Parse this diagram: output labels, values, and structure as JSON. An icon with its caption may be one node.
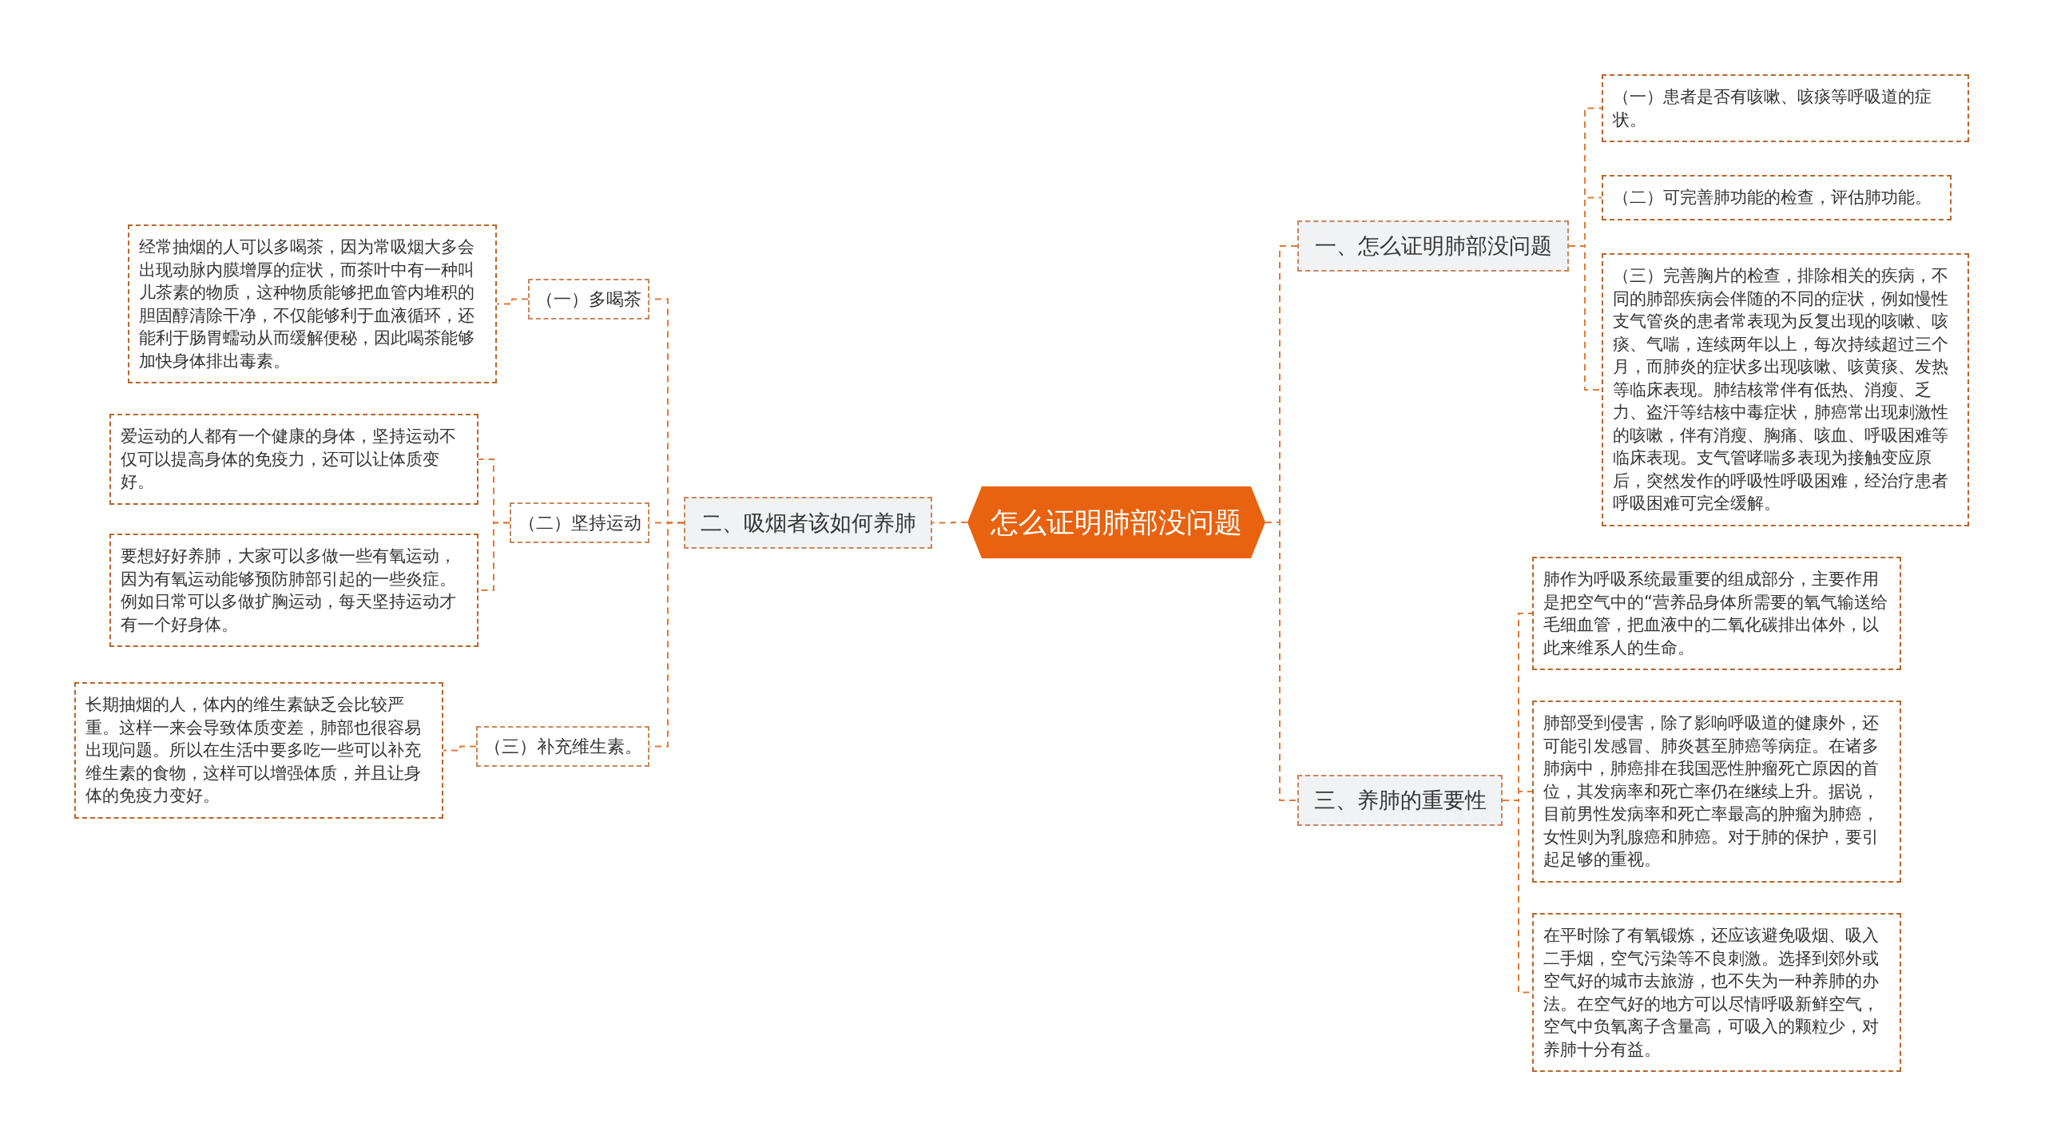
{
  "diagram": {
    "nodes": [
      {
        "text": [
          "怎么证明肺部没问题"
        ]
      },
      {
        "text": [
          "二、吸烟者该如何养肺"
        ]
      },
      {
        "text": [
          "（一）多喝茶"
        ]
      },
      {
        "text": [
          "经常抽烟的人可以多喝茶，因为常吸烟大多会出现动脉内膜增厚的症状，而茶叶中有一种叫儿茶素的物质，这种物质能够把血管内堆积的胆固醇清除干净，不仅能够利于血液循环，还能利于肠胃蠕动从而缓解便秘，因此喝茶能够加快身体排出毒素。"
        ]
      },
      {
        "text": [
          "（二）坚持运动"
        ]
      },
      {
        "text": [
          "爱运动的人都有一个健康的身体，坚持运动不仅可以提高身体的免疫力，还可以让体质变好。"
        ]
      },
      {
        "text": [
          "要想好好养肺，大家可以多做一些有氧运动，因为有氧运动能够预防肺部引起的一些炎症。例如日常可以多做扩胸运动，每天坚持运动才有一个好身体。"
        ]
      },
      {
        "text": [
          "（三）补充维生素。"
        ]
      },
      {
        "text": [
          "长期抽烟的人，体内的维生素缺乏会比较严重。这样一来会导致体质变差，肺部也很容易出现问题。所以在生活中要多吃一些可以补充维生素的食物，这样可以增强体质，并且让身体的免疫力变好。"
        ]
      },
      {
        "text": [
          "一、怎么证明肺部没问题"
        ]
      },
      {
        "text": [
          "（一）患者是否有咳嗽、咳痰等呼吸道的症状。"
        ]
      },
      {
        "text": [
          "（二）可完善肺功能的检查，评估肺功能。"
        ]
      },
      {
        "text": [
          "（三）完善胸片的检查，排除相关的疾病，不同的肺部疾病会伴随的不同的症状，例如慢性支气管炎的患者常表现为反复出现的咳嗽、咳痰、气喘，连续两年以上，每次持续超过三个月，而肺炎的症状多出现咳嗽、咳黄痰、发热等临床表现。肺结核常伴有低热、消瘦、乏力、盗汗等结核中毒症状，肺癌常出现刺激性的咳嗽，伴有消瘦、胸痛、咳血、呼吸困难等临床表现。支气管哮喘多表现为接触变应原后，突然发作的呼吸性呼吸困难，经治疗患者呼吸困难可完全缓解。"
        ]
      },
      {
        "text": [
          "三、养肺的重要性"
        ]
      },
      {
        "text": [
          "肺作为呼吸系统最重要的组成部分，主要作用是把空气中的“营养品身体所需要的氧气输送给毛细血管，把血液中的二氧化碳排出体外，以此来维系人的生命。"
        ]
      },
      {
        "text": [
          "肺部受到侵害，除了影响呼吸道的健康外，还可能引发感冒、肺炎甚至肺癌等病症。在诸多肺病中，肺癌排在我国恶性肿瘤死亡原因的首位，其发病率和死亡率仍在继续上升。据说，目前男性发病率和死亡率最高的肿瘤为肺癌，女性则为乳腺癌和肺癌。对于肺的保护，要引起足够的重视。"
        ]
      },
      {
        "text": [
          "在平时除了有氧锻炼，还应该避免吸烟、吸入二手烟，空气污染等不良刺激。选择到郊外或空气好的城市去旅游，也不失为一种养肺的办法。在空气好的地方可以尽情呼吸新鲜空气，空气中负氧离子含量高，可吸入的颗粒少，对养肺十分有益。"
        ]
      }
    ],
    "edges": [
      {
        "from": 0,
        "to": 1,
        "arrow": "none"
      },
      {
        "from": 1,
        "to": 2,
        "arrow": "none"
      },
      {
        "from": 2,
        "to": 3,
        "arrow": "none"
      },
      {
        "from": 1,
        "to": 4,
        "arrow": "none"
      },
      {
        "from": 4,
        "to": 5,
        "arrow": "none"
      },
      {
        "from": 4,
        "to": 6,
        "arrow": "none"
      },
      {
        "from": 1,
        "to": 7,
        "arrow": "none"
      },
      {
        "from": 7,
        "to": 8,
        "arrow": "none"
      },
      {
        "from": 0,
        "to": 9,
        "arrow": "none"
      },
      {
        "from": 9,
        "to": 10,
        "arrow": "none"
      },
      {
        "from": 9,
        "to": 11,
        "arrow": "none"
      },
      {
        "from": 9,
        "to": 12,
        "arrow": "none"
      },
      {
        "from": 0,
        "to": 13,
        "arrow": "none"
      },
      {
        "from": 13,
        "to": 14,
        "arrow": "none"
      },
      {
        "from": 13,
        "to": 15,
        "arrow": "none"
      },
      {
        "from": 13,
        "to": 16,
        "arrow": "none"
      }
    ]
  }
}
